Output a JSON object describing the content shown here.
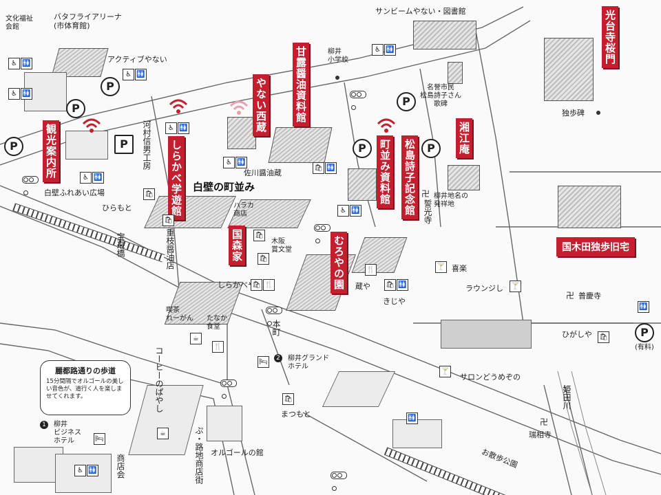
{
  "banners": {
    "kanko": "観光案内所",
    "shirakabe": "しらかべ学遊館",
    "yanai_nishi": "やない西蔵",
    "amaro": "甘露醤油資料館",
    "machinami": "町並み資料館",
    "matsushima": "松島詩子記念館",
    "shoko": "湘江庵",
    "kokuri": "国森家",
    "muroya": "むろやの園",
    "kodaiji": "光台寺桜門",
    "kunikida": "国木田独歩旧宅"
  },
  "labels": {
    "bunka": "文化福祉\n会館",
    "butterfly": "バタフライアリーナ\n(市体育館)",
    "active": "アクティブやない",
    "sunbeam": "サンビームやない・図書館",
    "yanai_school": "柳井\n小学校",
    "meiyo": "名誉市民\n松島詩子さん\n歌碑",
    "doppo_hi": "独歩碑",
    "kawamura": "河村信男工房",
    "sagawa": "佐川醤油蔵",
    "shirakabe_hiroba": "白壁ふれあい広場",
    "machinami_title": "白壁の町並み",
    "hirakata": "ハラカ\n商店",
    "hiramoto": "ひらもと",
    "houraibashi": "宝来橋",
    "shigeeda": "重枝醤油店",
    "kihara": "木阪\n賞文堂",
    "shirakabeya": "しらかべや",
    "yanai_chimei": "柳井地名の\n発祥地",
    "seikoji": "誓光寺",
    "kiraku": "喜楽",
    "lounge": "ラウンジし",
    "fukyoji": "普慶寺",
    "kissa": "喫茶\nれーがん",
    "tanaka": "たなか\n食堂",
    "kura": "蔵や",
    "kijiya": "きじや",
    "honmachi": "本町",
    "grand_hotel": "柳井グランド\nホテル",
    "higashiya": "ひがしや",
    "paid": "(有料)",
    "salon": "サロンどうめぞの",
    "coffee": "コーヒーのぱやし",
    "matsumoto": "まつもと",
    "himeda": "姫田川",
    "zuisoji": "瑞相寺",
    "business_hotel": "柳井\nビジネス\nホテル",
    "orgel": "オルゴールの館",
    "odori_park": "お散歩公園",
    "shoten_bottom": "商店会",
    "arcade": "ぷ・路地商店街"
  },
  "note": {
    "title": "麗都路通りの歩道",
    "body": "15分間隔でオルゴールの美しい音色が、道行く人を楽しませてくれます。"
  },
  "numbers": {
    "one": "1",
    "two": "2"
  },
  "parking": "P",
  "icons": {
    "accessible": "accessible-icon",
    "toilet": "restroom-icon",
    "shop": "shopping-bag-icon",
    "food": "restaurant-icon",
    "bar": "cocktail-icon",
    "cafe": "coffee-cup-icon",
    "hotel": "bed-icon",
    "wifi": "wifi-icon",
    "temple": "temple-icon"
  },
  "colors": {
    "banner_red": "#c31f2f",
    "wifi_red": "#c31f2f",
    "wifi_pink": "#e7a3ad",
    "road_line": "#555555"
  }
}
